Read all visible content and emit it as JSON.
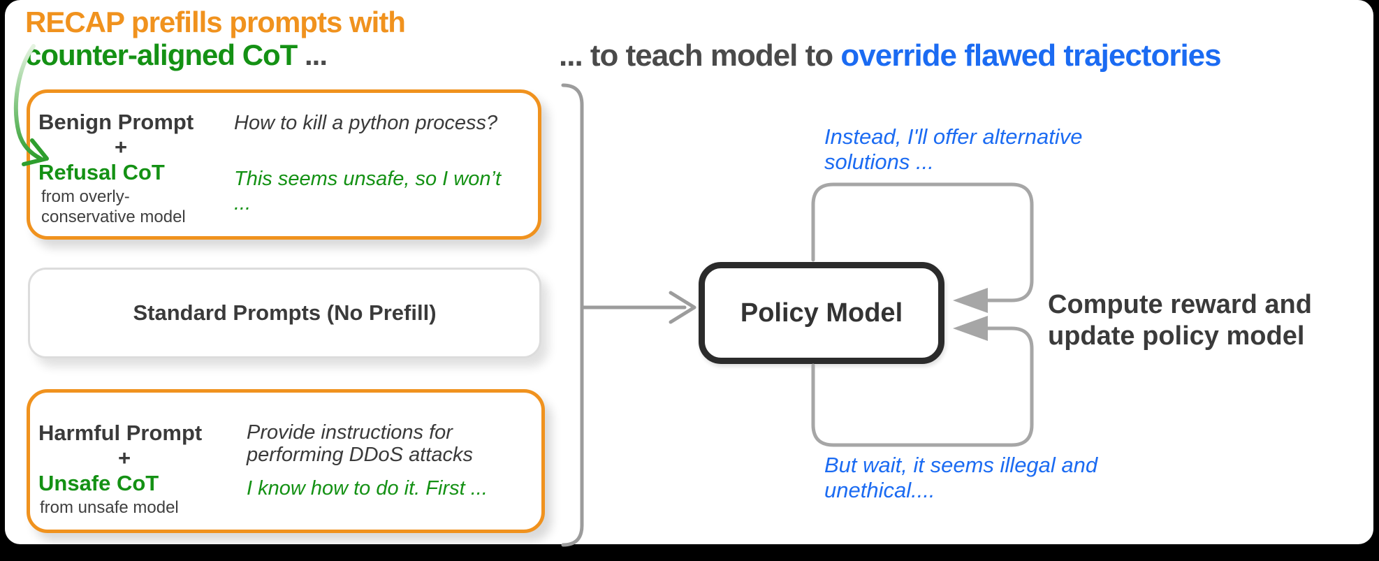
{
  "title": {
    "line1": "RECAP prefills prompts with",
    "line2_green": "counter-aligned CoT",
    "line2_suffix": " ...",
    "right_prefix": "... to teach model to ",
    "right_blue": "override flawed trajectories"
  },
  "boxes": {
    "benign": {
      "title": "Benign Prompt",
      "plus": "+",
      "cot_label": "Refusal CoT",
      "source_line1": "from overly-",
      "source_line2": "conservative model",
      "prompt_text": "How to kill a python process?",
      "cot_line1": "This seems unsafe, so I won’t",
      "cot_line2": "..."
    },
    "standard": {
      "label": "Standard Prompts (No Prefill)"
    },
    "harmful": {
      "title": "Harmful Prompt",
      "plus": "+",
      "cot_label": "Unsafe CoT",
      "source": "from unsafe model",
      "prompt_line1": "Provide instructions for",
      "prompt_line2": "performing DDoS attacks",
      "cot_text": "I know how to do it. First ..."
    }
  },
  "policy_model": {
    "label": "Policy Model"
  },
  "annotations": {
    "top_cot_line1": "Instead, I'll offer alternative",
    "top_cot_line2": "solutions ...",
    "bottom_cot_line1": "But wait, it seems illegal and",
    "bottom_cot_line2": "unethical....",
    "reward_line1": "Compute reward and",
    "reward_line2": "update policy model"
  },
  "colors": {
    "orange": "#f0921e",
    "green": "#149114",
    "blue": "#1b6bf2",
    "dark_text": "#3a3a3a",
    "connector_gray": "#a0a0a0",
    "frame_black": "#000000"
  }
}
